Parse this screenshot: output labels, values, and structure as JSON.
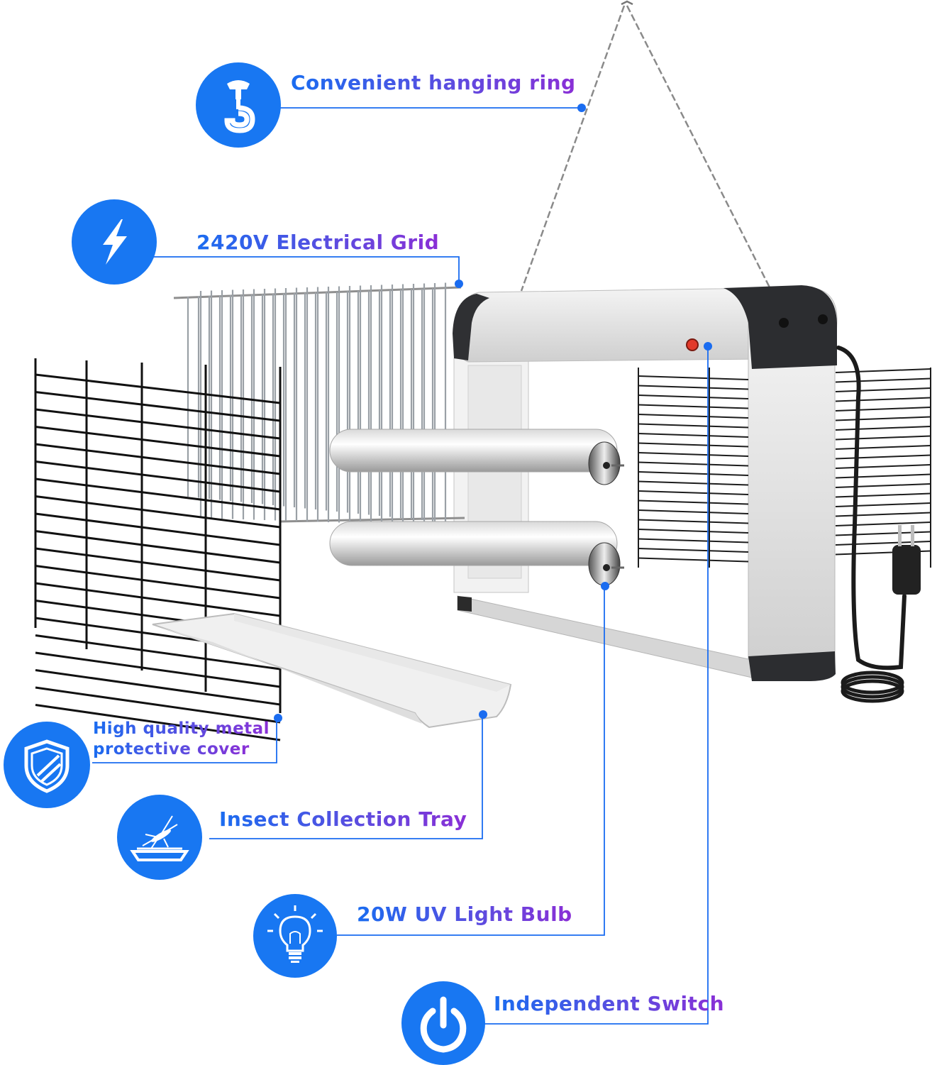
{
  "features": [
    {
      "id": "hanging-ring",
      "label": "Convenient hanging ring",
      "icon": "hook-icon"
    },
    {
      "id": "electrical-grid",
      "label": "2420V Electrical Grid",
      "icon": "lightning-icon"
    },
    {
      "id": "metal-cover",
      "label_line1": "High quality metal",
      "label_line2": "protective cover",
      "icon": "shield-icon"
    },
    {
      "id": "collection-tray",
      "label": "Insect Collection Tray",
      "icon": "mosquito-tray-icon"
    },
    {
      "id": "uv-bulb",
      "label": "20W UV Light Bulb",
      "icon": "light-bulb-icon"
    },
    {
      "id": "switch",
      "label": "Independent Switch",
      "icon": "power-icon"
    }
  ],
  "colors": {
    "icon_bg": "#1877f2",
    "leader_line": "#1a6cf0",
    "label_gradient_start": "#1a6cf0",
    "label_gradient_end": "#8a2fd6"
  }
}
